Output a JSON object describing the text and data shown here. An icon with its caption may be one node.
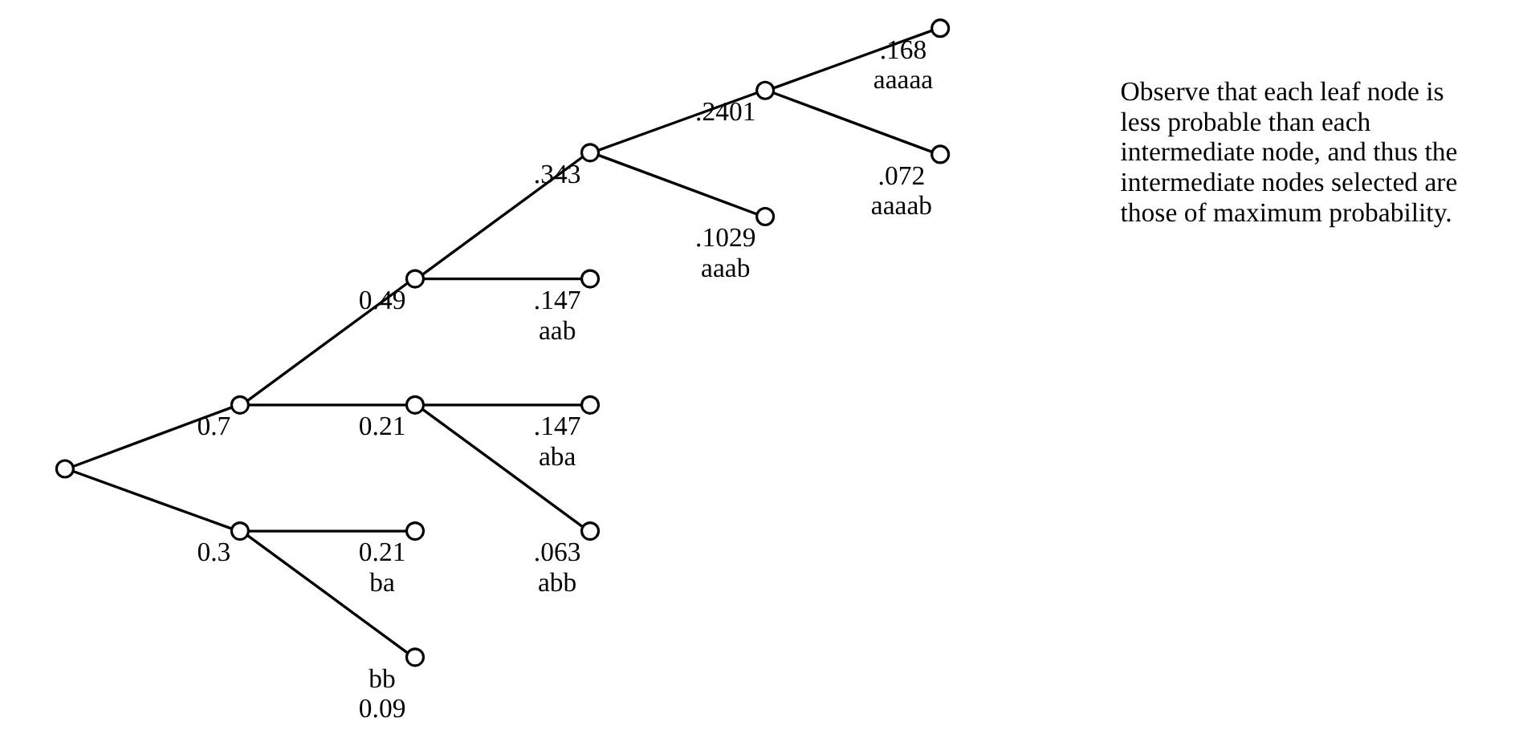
{
  "diagram": {
    "nodes": [
      {
        "text": [],
        "shape": "circle"
      },
      {
        "text": [],
        "shape": "circle",
        "beside": [
          "0.7"
        ]
      },
      {
        "text": [],
        "shape": "circle",
        "beside": [
          "0.3"
        ]
      },
      {
        "text": [],
        "shape": "circle",
        "beside": [
          "0.49"
        ]
      },
      {
        "text": [],
        "shape": "circle",
        "beside": [
          "0.21"
        ]
      },
      {
        "text": [],
        "shape": "circle",
        "beside": [
          "0.21",
          "ba"
        ]
      },
      {
        "text": [],
        "shape": "circle",
        "beside": [
          "bb",
          "0.09"
        ]
      },
      {
        "text": [],
        "shape": "circle",
        "beside": [
          ".343"
        ]
      },
      {
        "text": [],
        "shape": "circle",
        "beside": [
          ".147",
          "aab"
        ]
      },
      {
        "text": [],
        "shape": "circle",
        "beside": [
          ".147",
          "aba"
        ]
      },
      {
        "text": [],
        "shape": "circle",
        "beside": [
          ".063",
          "abb"
        ]
      },
      {
        "text": [],
        "shape": "circle",
        "beside": [
          ".2401"
        ]
      },
      {
        "text": [],
        "shape": "circle",
        "beside": [
          ".1029",
          "aaab"
        ]
      },
      {
        "text": [],
        "shape": "circle",
        "beside": [
          ".168",
          "aaaaa"
        ]
      },
      {
        "text": [],
        "shape": "circle",
        "beside": [
          ".072",
          "aaaab"
        ]
      }
    ],
    "edges": [
      {
        "from": 0,
        "to": 1,
        "arrow": "none"
      },
      {
        "from": 0,
        "to": 2,
        "arrow": "none"
      },
      {
        "from": 1,
        "to": 3,
        "arrow": "none"
      },
      {
        "from": 1,
        "to": 4,
        "arrow": "none"
      },
      {
        "from": 2,
        "to": 5,
        "arrow": "none"
      },
      {
        "from": 2,
        "to": 6,
        "arrow": "none"
      },
      {
        "from": 3,
        "to": 7,
        "arrow": "none"
      },
      {
        "from": 3,
        "to": 8,
        "arrow": "none"
      },
      {
        "from": 4,
        "to": 9,
        "arrow": "none"
      },
      {
        "from": 4,
        "to": 10,
        "arrow": "none"
      },
      {
        "from": 7,
        "to": 11,
        "arrow": "none"
      },
      {
        "from": 7,
        "to": 12,
        "arrow": "none"
      },
      {
        "from": 11,
        "to": 13,
        "arrow": "none"
      },
      {
        "from": 11,
        "to": 14,
        "arrow": "none"
      }
    ],
    "labels": [
      "Observe that each leaf node is less probable than each intermediate node, and thus the intermediate nodes selected are those of maximum probability."
    ]
  }
}
